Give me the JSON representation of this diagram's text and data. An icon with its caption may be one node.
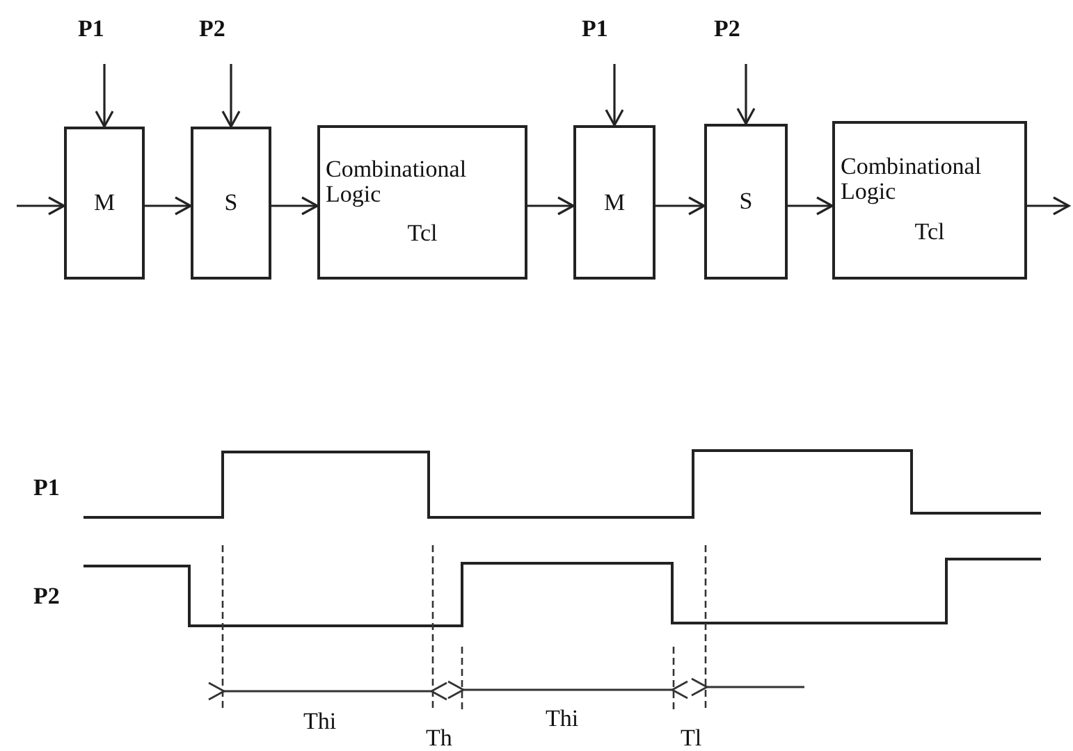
{
  "diagram": {
    "nodes": [
      {
        "text": [
          "P1"
        ]
      },
      {
        "text": [
          "P2"
        ]
      },
      {
        "text": [
          "P1"
        ]
      },
      {
        "text": [
          "P2"
        ]
      },
      {
        "text": [
          "M"
        ]
      },
      {
        "text": [
          "S"
        ]
      },
      {
        "text": [
          "Combinational Logic",
          "Tcl"
        ]
      },
      {
        "text": [
          "M"
        ]
      },
      {
        "text": [
          "S"
        ]
      },
      {
        "text": [
          "Combinational Logic",
          "Tcl"
        ]
      }
    ],
    "edges": [
      {
        "from": 0,
        "to": 4,
        "arrow": "to"
      },
      {
        "from": 1,
        "to": 5,
        "arrow": "to"
      },
      {
        "from": 2,
        "to": 7,
        "arrow": "to"
      },
      {
        "from": 3,
        "to": 8,
        "arrow": "to"
      },
      {
        "from": null,
        "to": 4,
        "arrow": "to"
      },
      {
        "from": 4,
        "to": 5,
        "arrow": "to"
      },
      {
        "from": 5,
        "to": 6,
        "arrow": "to"
      },
      {
        "from": 6,
        "to": 7,
        "arrow": "to"
      },
      {
        "from": 7,
        "to": 8,
        "arrow": "to"
      },
      {
        "from": 8,
        "to": 9,
        "arrow": "to"
      },
      {
        "from": 9,
        "to": null,
        "arrow": "to"
      }
    ],
    "labels": [
      "P1",
      "P2",
      "Thi",
      "Th",
      "Thi",
      "Tl"
    ]
  }
}
